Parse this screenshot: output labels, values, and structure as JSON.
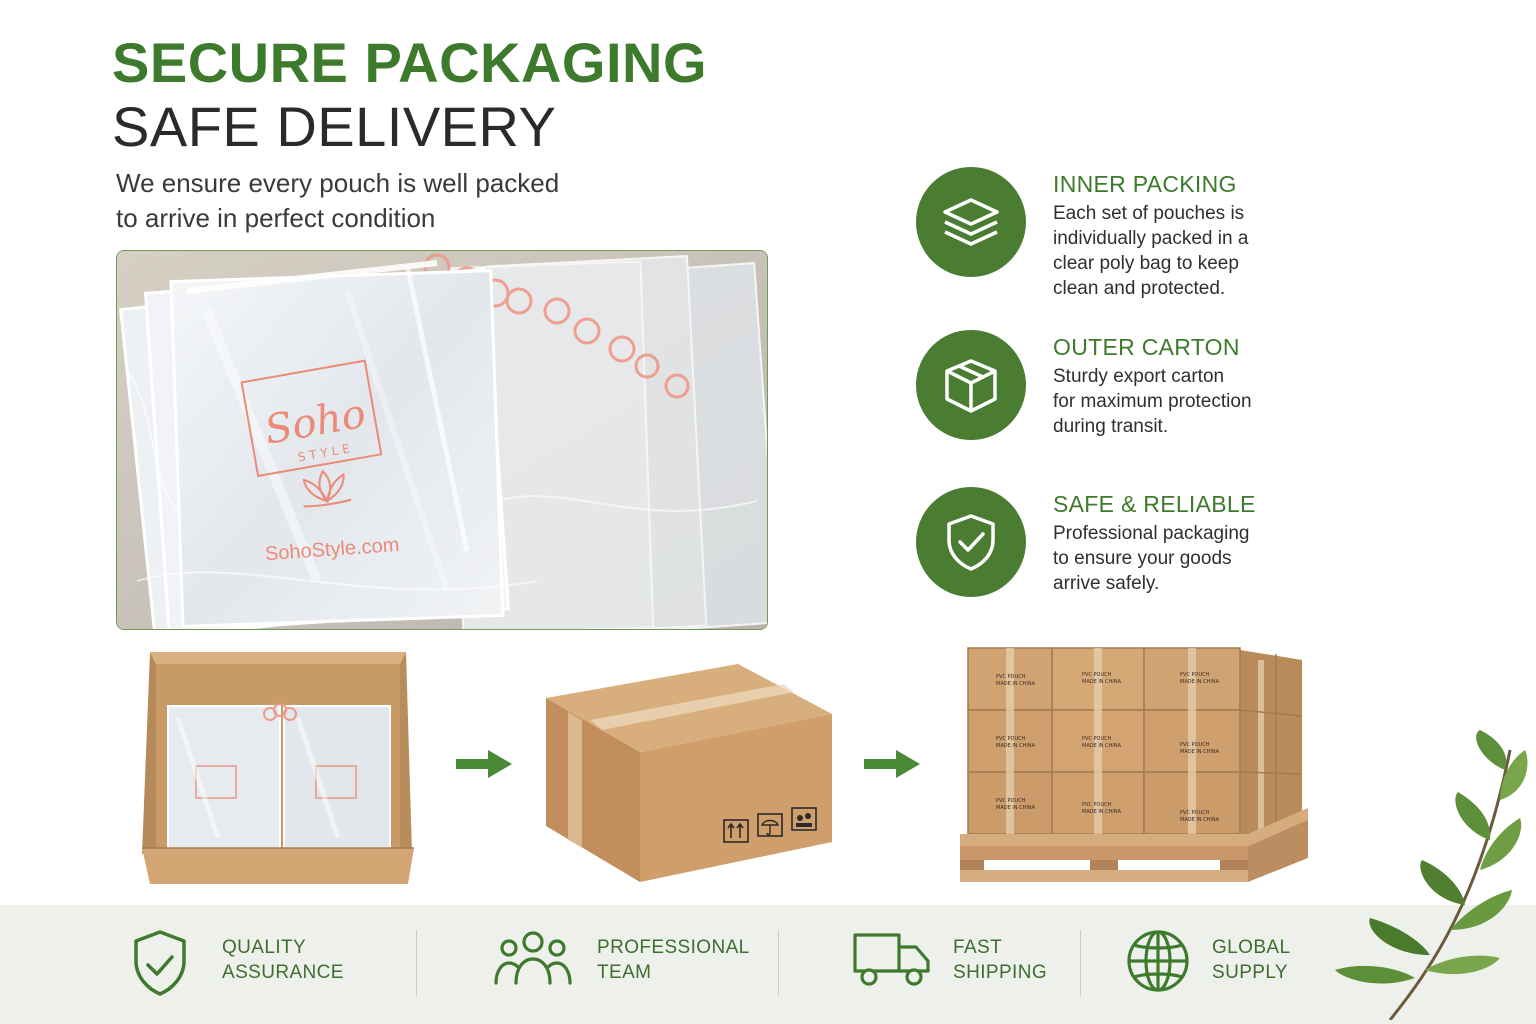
{
  "header": {
    "line1": "SECURE PACKAGING",
    "line2": "SAFE DELIVERY",
    "subtitle_line1": "We ensure every pouch is well packed",
    "subtitle_line2": "to arrive in perfect condition"
  },
  "hero": {
    "brand_script": "Soho",
    "brand_caps": "STYLE",
    "brand_url": "SohoStyle.com"
  },
  "features": [
    {
      "icon": "layers-icon",
      "title": "INNER PACKING",
      "desc": [
        "Each set of pouches is",
        "individually packed in a",
        "clear poly bag to keep",
        "clean and protected."
      ]
    },
    {
      "icon": "box-icon",
      "title": "OUTER CARTON",
      "desc": [
        "Sturdy export carton",
        "for maximum protection",
        "during transit."
      ]
    },
    {
      "icon": "shield-check-icon",
      "title": "SAFE & RELIABLE",
      "desc": [
        "Professional packaging",
        "to ensure your goods",
        "arrive safely."
      ]
    }
  ],
  "carton_label": {
    "line1": "PVC POUCH",
    "line2": "MADE IN CHINA"
  },
  "badges": [
    {
      "icon": "shield-check-icon",
      "line1": "QUALITY",
      "line2": "ASSURANCE"
    },
    {
      "icon": "team-icon",
      "line1": "PROFESSIONAL",
      "line2": "TEAM"
    },
    {
      "icon": "truck-icon",
      "line1": "FAST",
      "line2": "SHIPPING"
    },
    {
      "icon": "globe-icon",
      "line1": "GLOBAL",
      "line2": "SUPPLY"
    }
  ],
  "colors": {
    "brand_green": "#3d7a2c",
    "icon_circle": "#4a7d32",
    "band_bg": "#eef1eb",
    "cardboard": "#c99b68",
    "brand_pink": "#ec8a78"
  }
}
